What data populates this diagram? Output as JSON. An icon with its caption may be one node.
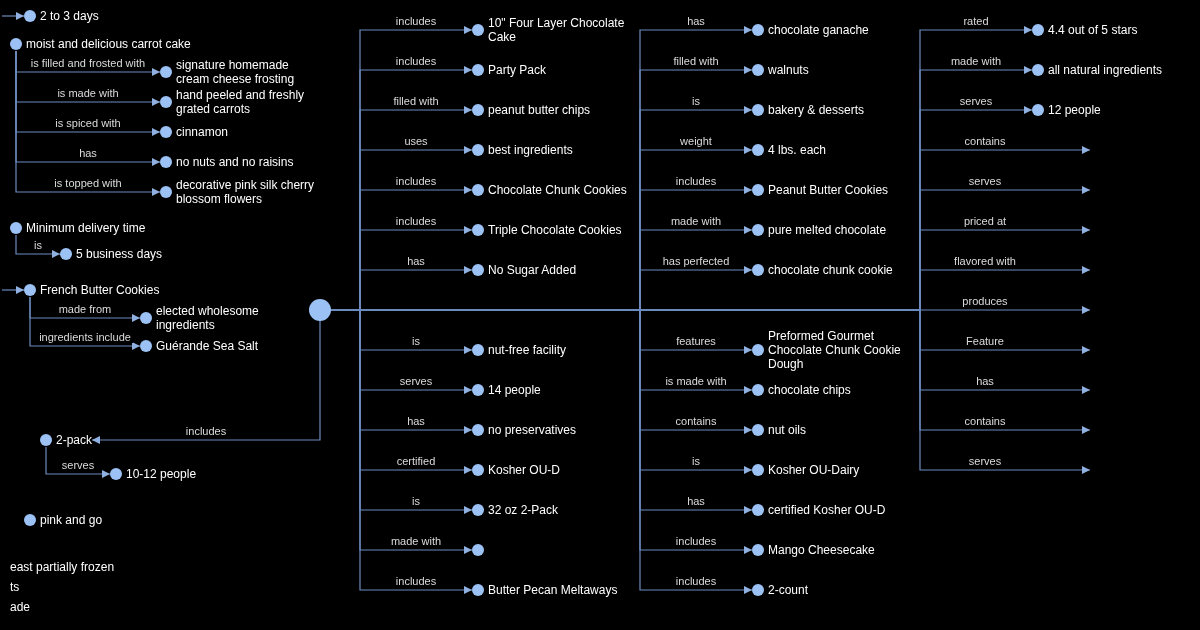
{
  "diagram": {
    "nodes": [
      {
        "text": [
          "2 to 3 days"
        ]
      },
      {
        "text": [
          "signature homemade cream cheese frosting"
        ]
      },
      {
        "text": [
          "hand peeled and freshly grated carrots"
        ]
      },
      {
        "text": [
          "cinnamon"
        ]
      },
      {
        "text": [
          "moist and delicious carrot cake"
        ]
      },
      {
        "text": [
          "no nuts and no raisins"
        ]
      },
      {
        "text": [
          "decorative pink silk cherry blossom flowers"
        ]
      },
      {
        "text": [
          "Minimum delivery time"
        ]
      },
      {
        "text": [
          "5 business days"
        ]
      },
      {
        "text": [
          "elected wholesome ingredients"
        ]
      },
      {
        "text": [
          "French Butter Cookies"
        ]
      },
      {
        "text": [
          "Guérande Sea Salt"
        ]
      },
      {
        "text": [
          "10-12 people"
        ]
      },
      {
        "text": [
          "2-pack"
        ]
      },
      {
        "text": [
          "pink and go"
        ]
      },
      {
        "text": [],
        "shape": "circle"
      },
      {
        "text": [
          "10\" Four Layer Chocolate Cake"
        ]
      },
      {
        "text": [
          "Party Pack"
        ]
      },
      {
        "text": [
          "peanut butter chips"
        ]
      },
      {
        "text": [
          "best ingredients"
        ]
      },
      {
        "text": [
          "Chocolate Chunk Cookies"
        ]
      },
      {
        "text": [
          "Triple Chocolate Cookies"
        ]
      },
      {
        "text": [
          "No Sugar Added"
        ]
      },
      {
        "text": [
          "nut-free facility"
        ]
      },
      {
        "text": [
          "14 people"
        ]
      },
      {
        "text": [
          "no preservatives"
        ]
      },
      {
        "text": [
          "Kosher OU-D"
        ]
      },
      {
        "text": [
          "32 oz 2-Pack"
        ]
      },
      {
        "text": [],
        "shape": "circle"
      },
      {
        "text": [
          "Butter Pecan Meltaways"
        ]
      },
      {
        "text": [
          "chocolate ganache"
        ]
      },
      {
        "text": [
          "walnuts"
        ]
      },
      {
        "text": [
          "bakery & desserts"
        ]
      },
      {
        "text": [
          "4 lbs. each"
        ]
      },
      {
        "text": [
          "Peanut Butter Cookies"
        ]
      },
      {
        "text": [
          "pure melted chocolate"
        ]
      },
      {
        "text": [
          "chocolate chunk cookie"
        ]
      },
      {
        "text": [
          "Preformed Gourmet Chocolate Chunk Cookie Dough"
        ]
      },
      {
        "text": [
          "chocolate chips"
        ]
      },
      {
        "text": [
          "nut oils"
        ]
      },
      {
        "text": [
          "Kosher OU-Dairy"
        ]
      },
      {
        "text": [
          "certified Kosher OU-D"
        ]
      },
      {
        "text": [
          "Mango Cheesecake"
        ]
      },
      {
        "text": [
          "2-count"
        ]
      },
      {
        "text": [
          "4.4 out of 5 stars"
        ]
      },
      {
        "text": [
          "all natural ingredients"
        ]
      },
      {
        "text": [
          "12 people"
        ]
      }
    ],
    "edges": [
      {
        "from": null,
        "to": 0,
        "arrow": "to"
      },
      {
        "from": 4,
        "to": 1,
        "label": "is filled and frosted with",
        "arrow": "to"
      },
      {
        "from": 4,
        "to": 2,
        "label": "is made with",
        "arrow": "to"
      },
      {
        "from": 4,
        "to": 3,
        "label": "is spiced with",
        "arrow": "to"
      },
      {
        "from": 4,
        "to": 5,
        "label": "has",
        "arrow": "to"
      },
      {
        "from": 4,
        "to": 6,
        "label": "is topped with",
        "arrow": "to"
      },
      {
        "from": 7,
        "to": 8,
        "label": "is",
        "arrow": "to"
      },
      {
        "from": 10,
        "to": 9,
        "label": "made from",
        "arrow": "to"
      },
      {
        "from": 10,
        "to": 11,
        "label": "ingredients include",
        "arrow": "to"
      },
      {
        "from": null,
        "to": 10,
        "arrow": "to"
      },
      {
        "from": 13,
        "to": 12,
        "label": "serves",
        "arrow": "to"
      },
      {
        "from": 15,
        "to": 13,
        "label": "includes",
        "arrow": "to"
      },
      {
        "from": 15,
        "to": 16,
        "label": "includes",
        "arrow": "to"
      },
      {
        "from": 15,
        "to": 17,
        "label": "includes",
        "arrow": "to"
      },
      {
        "from": 15,
        "to": 18,
        "label": "filled with",
        "arrow": "to"
      },
      {
        "from": 15,
        "to": 19,
        "label": "uses",
        "arrow": "to"
      },
      {
        "from": 15,
        "to": 20,
        "label": "includes",
        "arrow": "to"
      },
      {
        "from": 15,
        "to": 21,
        "label": "includes",
        "arrow": "to"
      },
      {
        "from": 15,
        "to": 22,
        "label": "has",
        "arrow": "to"
      },
      {
        "from": 15,
        "to": 23,
        "label": "is",
        "arrow": "to"
      },
      {
        "from": 15,
        "to": 24,
        "label": "serves",
        "arrow": "to"
      },
      {
        "from": 15,
        "to": 25,
        "label": "has",
        "arrow": "to"
      },
      {
        "from": 15,
        "to": 26,
        "label": "certified",
        "arrow": "to"
      },
      {
        "from": 15,
        "to": 27,
        "label": "is",
        "arrow": "to"
      },
      {
        "from": 15,
        "to": 28,
        "label": "made with",
        "arrow": "to"
      },
      {
        "from": 15,
        "to": 29,
        "label": "includes",
        "arrow": "to"
      },
      {
        "from": 15,
        "to": 30,
        "label": "has",
        "arrow": "to"
      },
      {
        "from": 15,
        "to": 31,
        "label": "filled with",
        "arrow": "to"
      },
      {
        "from": 15,
        "to": 32,
        "label": "is",
        "arrow": "to"
      },
      {
        "from": 15,
        "to": 33,
        "label": "weight",
        "arrow": "to"
      },
      {
        "from": 15,
        "to": 34,
        "label": "includes",
        "arrow": "to"
      },
      {
        "from": 15,
        "to": 35,
        "label": "made with",
        "arrow": "to"
      },
      {
        "from": 15,
        "to": 36,
        "label": "has perfected",
        "arrow": "to"
      },
      {
        "from": 15,
        "to": 37,
        "label": "features",
        "arrow": "to"
      },
      {
        "from": 15,
        "to": 38,
        "label": "is made with",
        "arrow": "to"
      },
      {
        "from": 15,
        "to": 39,
        "label": "contains",
        "arrow": "to"
      },
      {
        "from": 15,
        "to": 40,
        "label": "is",
        "arrow": "to"
      },
      {
        "from": 15,
        "to": 41,
        "label": "has",
        "arrow": "to"
      },
      {
        "from": 15,
        "to": 42,
        "label": "includes",
        "arrow": "to"
      },
      {
        "from": 15,
        "to": 43,
        "label": "includes",
        "arrow": "to"
      },
      {
        "from": 15,
        "to": 44,
        "label": "rated",
        "arrow": "to"
      },
      {
        "from": 15,
        "to": 45,
        "label": "made with",
        "arrow": "to"
      },
      {
        "from": 15,
        "to": 46,
        "label": "serves",
        "arrow": "to"
      },
      {
        "from": 15,
        "to": null,
        "label": "contains",
        "arrow": "to"
      },
      {
        "from": 15,
        "to": null,
        "label": "serves",
        "arrow": "to"
      },
      {
        "from": 15,
        "to": null,
        "label": "priced at",
        "arrow": "to"
      },
      {
        "from": 15,
        "to": null,
        "label": "flavored with",
        "arrow": "to"
      },
      {
        "from": 15,
        "to": null,
        "label": "produces",
        "arrow": "to"
      },
      {
        "from": 15,
        "to": null,
        "label": "Feature",
        "arrow": "to"
      },
      {
        "from": 15,
        "to": null,
        "label": "has",
        "arrow": "to"
      },
      {
        "from": 15,
        "to": null,
        "label": "contains",
        "arrow": "to"
      },
      {
        "from": 15,
        "to": null,
        "label": "serves",
        "arrow": "to"
      }
    ],
    "labels": [
      "east partially frozen",
      "ts",
      "ade"
    ]
  }
}
